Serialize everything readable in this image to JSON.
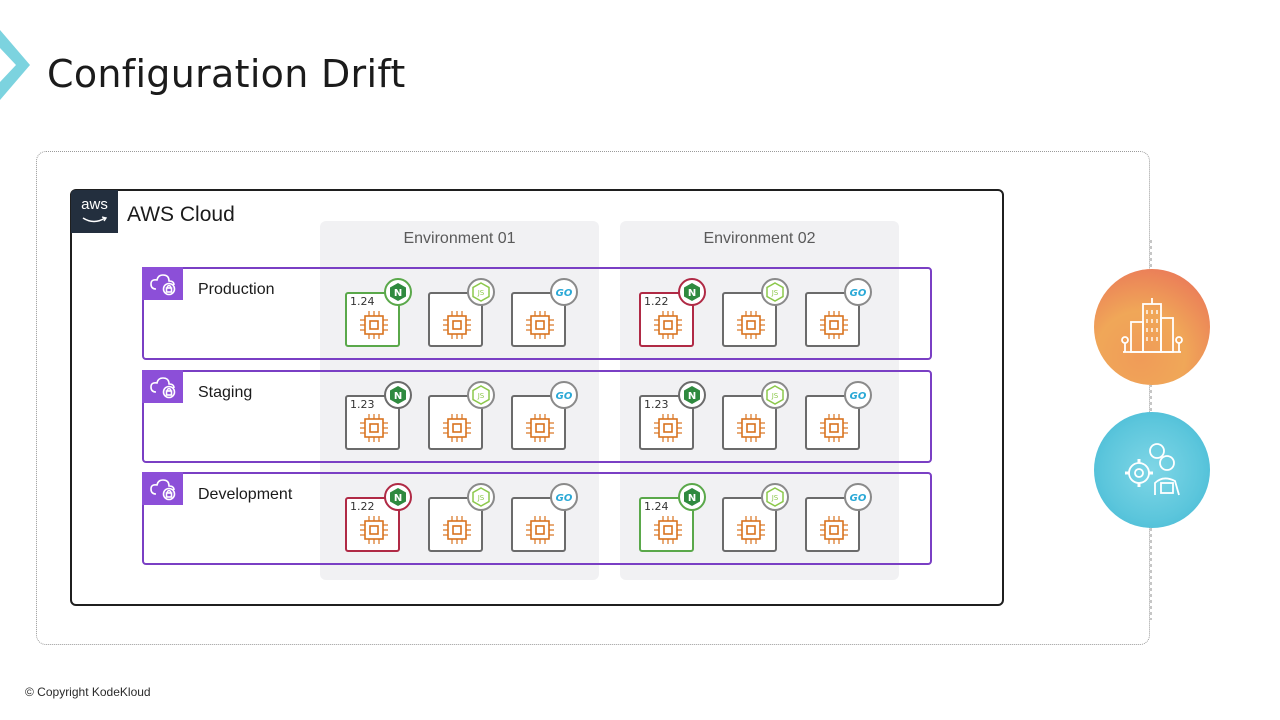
{
  "slide": {
    "title": "Configuration Drift",
    "copyright": "© Copyright KodeKloud"
  },
  "aws": {
    "logo_text": "aws",
    "title": "AWS Cloud"
  },
  "environments": [
    "Environment 01",
    "Environment 02"
  ],
  "rows": [
    {
      "label": "Production",
      "env01": {
        "nginx_version": "1.24",
        "status": "green"
      },
      "env02": {
        "nginx_version": "1.22",
        "status": "red"
      }
    },
    {
      "label": "Staging",
      "env01": {
        "nginx_version": "1.23",
        "status": "gray"
      },
      "env02": {
        "nginx_version": "1.23",
        "status": "gray"
      }
    },
    {
      "label": "Development",
      "env01": {
        "nginx_version": "1.22",
        "status": "red"
      },
      "env02": {
        "nginx_version": "1.24",
        "status": "green"
      }
    }
  ],
  "badges": {
    "nginx": "N",
    "node": "JS",
    "go": "GO"
  },
  "colors": {
    "accent_purple": "#7a3fc4",
    "ok_green": "#5aa84a",
    "drift_red": "#b02a45",
    "chip_orange": "#d9731f",
    "aws_dark": "#232f3e"
  },
  "icons": [
    "cloud-lock-icon",
    "cpu-chip-icon",
    "nginx-icon",
    "nodejs-icon",
    "go-icon",
    "organization-building-icon",
    "team-gear-icon",
    "aws-logo"
  ]
}
